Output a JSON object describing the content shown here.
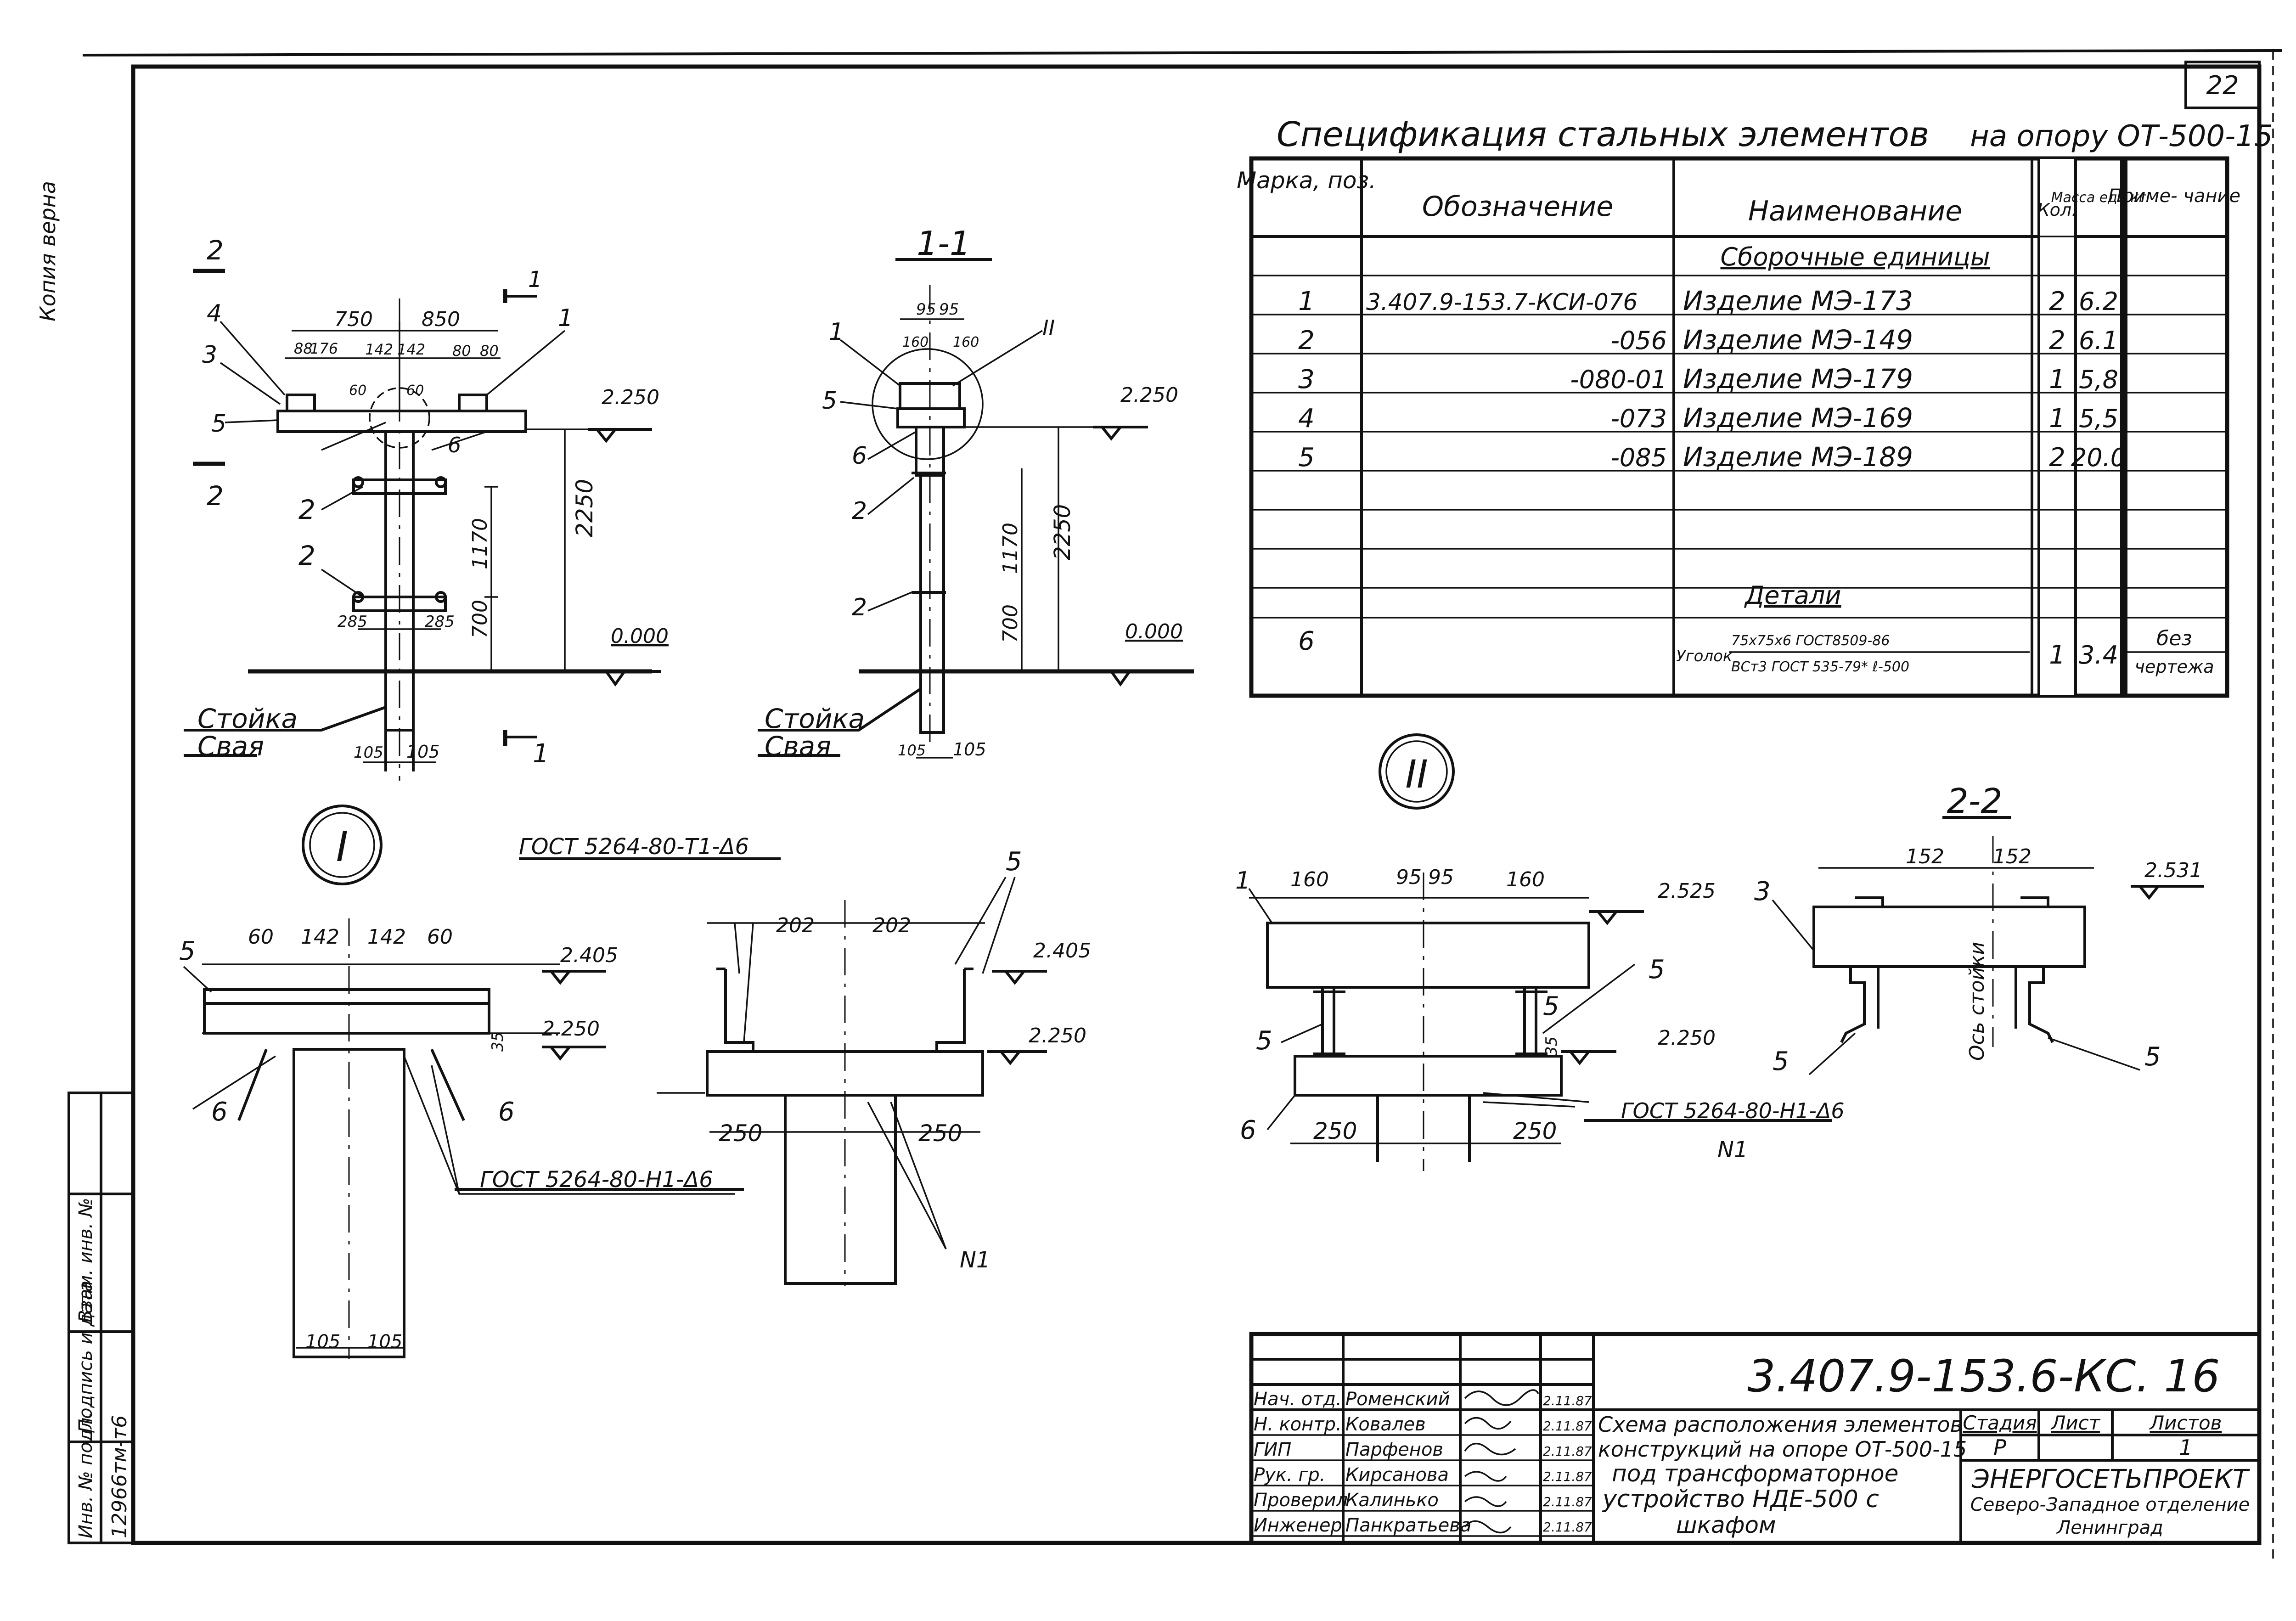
{
  "sheet_number": "22",
  "margin_stamp": "Копия верна",
  "spec_table": {
    "title_left": "Спецификация стальных элементов",
    "title_right": "на опору ОТ-500-15",
    "headers": {
      "mark": "Марка, поз.",
      "designation": "Обозначение",
      "name": "Наименование",
      "qty": "Кол.",
      "mass": "Масса ед., кг",
      "note": "Приме- чание"
    },
    "section_assemblies": "Сборочные единицы",
    "section_details": "Детали",
    "rows": [
      {
        "mark": "1",
        "designation": "3.407.9-153.7-КСИ-076",
        "name": "Изделие  МЭ-173",
        "qty": "2",
        "mass": "6.2"
      },
      {
        "mark": "2",
        "designation": "-056",
        "name": "Изделие  МЭ-149",
        "qty": "2",
        "mass": "6.1"
      },
      {
        "mark": "3",
        "designation": "-080-01",
        "name": "Изделие  МЭ-179",
        "qty": "1",
        "mass": "5,8"
      },
      {
        "mark": "4",
        "designation": "-073",
        "name": "Изделие  МЭ-169",
        "qty": "1",
        "mass": "5,5"
      },
      {
        "mark": "5",
        "designation": "-085",
        "name": "Изделие  МЭ-189",
        "qty": "2",
        "mass": "20.0"
      }
    ],
    "detail_row": {
      "mark": "6",
      "name_prefix": "Уголок",
      "name_top": "75x75x6 ГОСТ8509-86",
      "name_bottom": "ВСт3  ГОСТ 535-79*  ℓ-500",
      "qty": "1",
      "mass": "3.4",
      "note_top": "без",
      "note_bottom": "чертежа"
    }
  },
  "view_main": {
    "section_marks": [
      "2",
      "2",
      "1",
      "1"
    ],
    "dims_top": [
      "750",
      "850"
    ],
    "dims_small": [
      "88",
      "176",
      "142",
      "142",
      "80",
      "80",
      "60",
      "60"
    ],
    "pos_labels": [
      "4",
      "3",
      "5",
      "6",
      "2",
      "2",
      "1"
    ],
    "elevation_top": "2.250",
    "elevation_ground": "0.000",
    "dim_vertical": [
      "2250",
      "1170",
      "700"
    ],
    "dims_bottom": [
      "285",
      "285",
      "105",
      "105"
    ],
    "callout": "I",
    "pile_label_1": "Стойка",
    "pile_label_2": "Свая"
  },
  "view_1_1": {
    "title": "1-1",
    "dims_top": [
      "95",
      "95",
      "160",
      "160"
    ],
    "pos_labels": [
      "1",
      "5",
      "6",
      "2",
      "2"
    ],
    "callout": "II",
    "elevation_top": "2.250",
    "elevation_ground": "0.000",
    "dim_vertical": [
      "2250",
      "1170",
      "700"
    ],
    "dims_bottom": [
      "105",
      "105"
    ],
    "pile_label_1": "Стойка",
    "pile_label_2": "Свая"
  },
  "detail_I": {
    "callout": "I",
    "weld_note_top": "ГОСТ 5264-80-Т1-Δ6",
    "weld_note_bottom": "ГОСТ 5264-80-Н1-Δ6",
    "dims_top": [
      "60",
      "142",
      "142",
      "60"
    ],
    "dims_side": [
      "202",
      "202"
    ],
    "dims_base": [
      "250",
      "250",
      "105",
      "105"
    ],
    "dim_35": "35",
    "elevations": [
      "2.405",
      "2.250",
      "2.405",
      "2.250"
    ],
    "pos_labels": [
      "5",
      "6",
      "6",
      "5"
    ],
    "weld_mark": "N1"
  },
  "detail_II": {
    "callout": "II",
    "dims_top": [
      "160",
      "95",
      "95",
      "160"
    ],
    "dims_base": [
      "250",
      "250"
    ],
    "dim_35": "35",
    "elevations": [
      "2.525",
      "2.250"
    ],
    "pos_labels": [
      "1",
      "5",
      "5",
      "6",
      "5"
    ],
    "weld_note": "ГОСТ 5264-80-Н1-Δ6",
    "weld_mark": "N1"
  },
  "view_2_2": {
    "title": "2-2",
    "dims_top": [
      "152",
      "152"
    ],
    "elevation": "2.531",
    "axis_label": "Ось стойки",
    "pos_labels": [
      "3",
      "5",
      "5"
    ]
  },
  "title_block": {
    "code": "3.407.9-153.6-КС. 16",
    "roles": [
      "Нач. отд.",
      "Н. контр.",
      "ГИП",
      "Рук. гр.",
      "Проверил",
      "Инженер"
    ],
    "names": [
      "Роменский",
      "Ковалев",
      "Парфенов",
      "Кирсанова",
      "Калинько",
      "Панкратьева"
    ],
    "dates": [
      "2.11.87",
      "2.11.87",
      "2.11.87",
      "2.11.87",
      "2.11.87",
      "2.11.87"
    ],
    "description": [
      "Схема расположения элементов",
      "конструкций на опоре ОТ-500-15",
      "под трансформаторное",
      "устройство  НДЕ-500 с",
      "шкафом"
    ],
    "stage_label": "Стадия",
    "sheet_label": "Лист",
    "sheets_label": "Листов",
    "stage": "Р",
    "sheets": "1",
    "org_1": "ЭНЕРГОСЕТЬПРОЕКТ",
    "org_2": "Северо-Западное отделение",
    "org_3": "Ленинград"
  },
  "left_strip": {
    "labels": [
      "Инв. № подл.",
      "Подпись и дата",
      "Взам. инв. №"
    ],
    "inv_number": "12966тм-т6"
  }
}
